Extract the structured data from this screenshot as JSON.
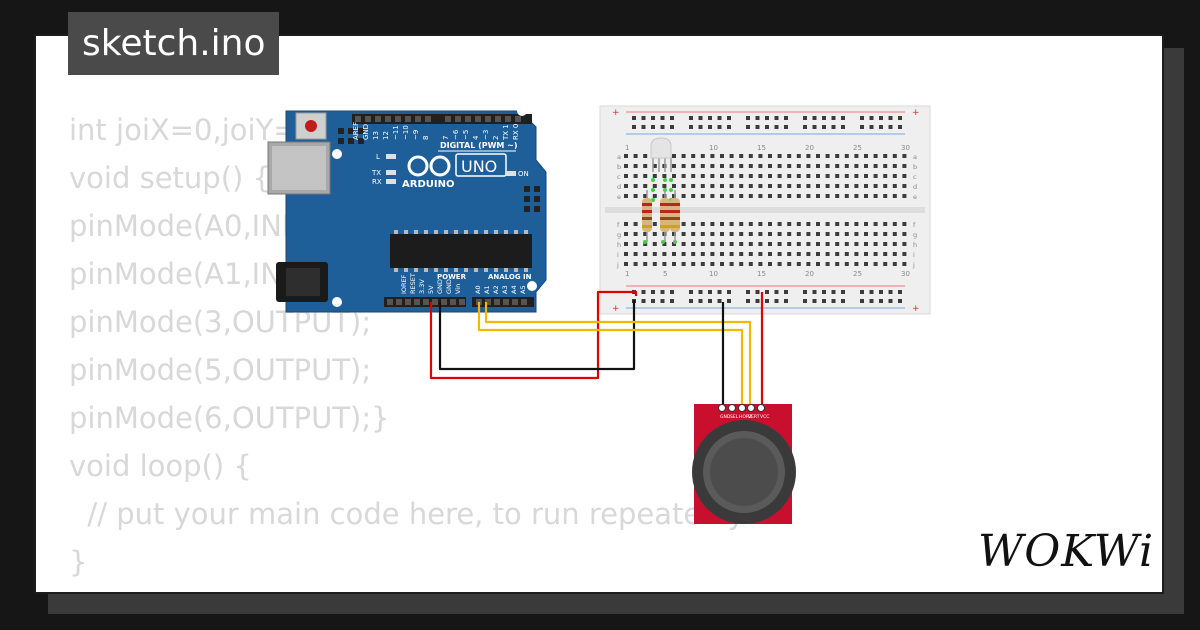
{
  "header": {
    "title": "sketch.ino"
  },
  "code": {
    "lines": [
      "int joiX=0,joiY=0;",
      "void setup() {",
      "pinMode(A0,INPUT);",
      "pinMode(A1,INPUT);",
      "pinMode(3,OUTPUT);",
      "pinMode(5,OUTPUT);",
      "pinMode(6,OUTPUT);}",
      "void loop() {",
      "  // put your main code here, to run repeatedly:",
      "",
      "}"
    ]
  },
  "arduino": {
    "brand": "ARDUINO",
    "model": "UNO",
    "digital_label": "DIGITAL (PWM ~)",
    "power_label": "POWER",
    "analog_label": "ANALOG IN",
    "on_label": "ON",
    "l_label": "L",
    "tx_label": "TX",
    "rx_label": "RX",
    "digital_pins": [
      "AREF",
      "GND",
      "13",
      "12",
      "~11",
      "~10",
      "~9",
      "8",
      "7",
      "~6",
      "~5",
      "4",
      "~3",
      "2",
      "TX 1",
      "RX 0"
    ],
    "power_pins": [
      "IOREF",
      "RESET",
      "3.3V",
      "5V",
      "GND",
      "GND",
      "Vin"
    ],
    "analog_pins": [
      "A0",
      "A1",
      "A2",
      "A3",
      "A4",
      "A5"
    ],
    "board_color": "#1f5f99"
  },
  "breadboard": {
    "column_numbers": [
      "1",
      "5",
      "10",
      "15",
      "20",
      "25",
      "30"
    ],
    "row_letters_top": [
      "j",
      "i",
      "h",
      "g",
      "f"
    ],
    "row_letters_bottom": [
      "e",
      "d",
      "c",
      "b",
      "a"
    ]
  },
  "joystick": {
    "pins": [
      "VCC",
      "VERT",
      "HORZ",
      "SEL",
      "GND"
    ],
    "board_color": "#c8102e"
  },
  "wires": {
    "power": "#e10000",
    "ground": "#111111",
    "signal": "#f5b800"
  },
  "brand": {
    "logo": "WOKWi"
  }
}
